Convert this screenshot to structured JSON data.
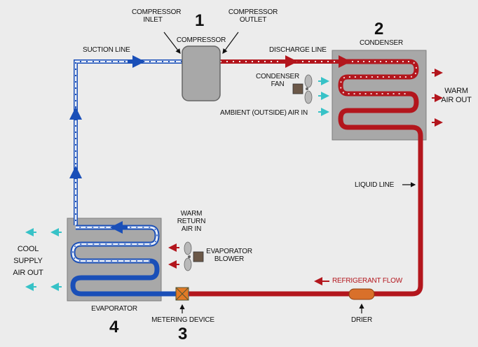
{
  "labels": {
    "compressor_inlet": "COMPRESSOR INLET",
    "compressor": "COMPRESSOR",
    "compressor_outlet": "COMPRESSOR OUTLET",
    "suction_line": "SUCTION LINE",
    "discharge_line": "DISCHARGE LINE",
    "condenser": "CONDENSER",
    "condenser_fan": "CONDENSER FAN",
    "ambient_air_in": "AMBIENT (OUTSIDE) AIR IN",
    "warm_air_out": "WARM AIR OUT",
    "liquid_line": "LIQUID LINE",
    "warm_return_air_in": "WARM RETURN AIR IN",
    "evaporator_blower": "EVAPORATOR BLOWER",
    "cool_supply_air_out": "COOL SUPPLY AIR OUT",
    "refrigerant_flow": "REFRIGERANT FLOW",
    "evaporator": "EVAPORATOR",
    "metering_device": "METERING DEVICE",
    "drier": "DRIER"
  },
  "steps": {
    "one": "1",
    "two": "2",
    "three": "3",
    "four": "4"
  },
  "colors": {
    "background": "#ececec",
    "component_gray": "#a8a8a8",
    "hot_line": "#b3161d",
    "cold_line": "#1a4fb8",
    "cool_air": "#37c2c7",
    "warm_air": "#b3161d",
    "metering": "#e27a26",
    "drier": "#d9702a"
  },
  "icons": [
    "fan-icon",
    "blower-icon",
    "arrow-icon"
  ]
}
